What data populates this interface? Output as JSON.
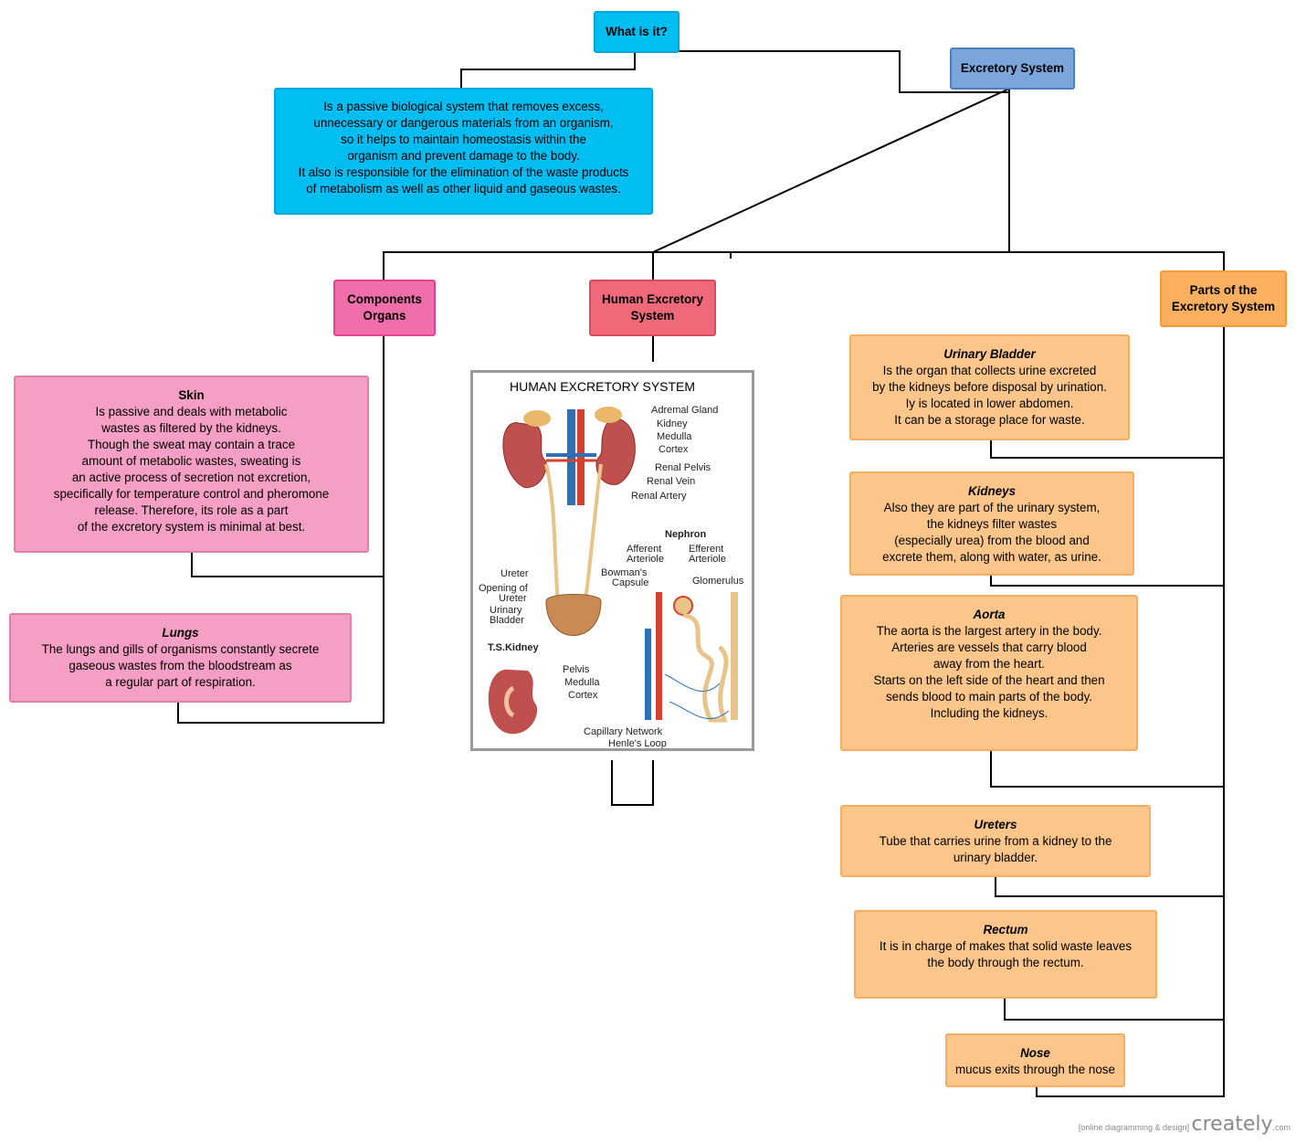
{
  "nodes": {
    "what_is_it": "What is it?",
    "excretory_system": "Excretory System",
    "definition": "Is a passive biological system that removes excess,\nunnecessary or dangerous materials from an organism,\nso it helps to maintain homeostasis within the\norganism and prevent damage to the body.\nIt also is responsible for the elimination of the waste products\nof metabolism as well as other liquid and gaseous wastes.",
    "components_organs": "Components\nOrgans",
    "human_excretory_system": "Human Excretory\nSystem",
    "parts": "Parts of the\nExcretory System"
  },
  "components": [
    {
      "title": "Skin",
      "body": "Is passive and deals with metabolic\nwastes as filtered by the kidneys.\nThough the sweat may contain a trace\namount of metabolic wastes, sweating is\nan active process of secretion not excretion,\nspecifically for temperature control and pheromone\nrelease. Therefore, its role as a part\nof the excretory system is minimal at best."
    },
    {
      "title": "Lungs",
      "body": "The lungs and gills of organisms constantly secrete\ngaseous wastes from the bloodstream as\na regular part of respiration."
    }
  ],
  "parts": [
    {
      "title": "Urinary Bladder",
      "body": "Is the organ that collects urine excreted\nby the kidneys before disposal by urination.\nIy is located in lower abdomen.\nIt can be a storage place for waste."
    },
    {
      "title": "Kidneys",
      "body": "Also they are part of the urinary system,\nthe kidneys filter wastes\n(especially urea) from the blood and\nexcrete them, along with water, as urine."
    },
    {
      "title": "Aorta",
      "body": "The aorta is the largest artery in the body.\nArteries are vessels that carry blood\naway from the heart.\nStarts on the left side of the heart and then\nsends blood to main parts of the body.\nIncluding the kidneys."
    },
    {
      "title": "Ureters",
      "body": "Tube that carries urine from a kidney to the\nurinary bladder."
    },
    {
      "title": "Rectum",
      "body": "It is in charge of makes that solid waste leaves\nthe body through the rectum."
    },
    {
      "title": "Nose",
      "body": "mucus exits through the nose"
    }
  ],
  "figure": {
    "title": "HUMAN EXCRETORY SYSTEM",
    "labels": [
      "Adremal Gland",
      "Kidney",
      "Medulla",
      "Cortex",
      "Renal Pelvis",
      "Renal Vein",
      "Renal Artery",
      "Nephron",
      "Afferent",
      "Arteriole",
      "Efferent",
      "Arteriole",
      "Bowman's",
      "Capsule",
      "Glomerulus",
      "Ureter",
      "Opening of",
      "Ureter",
      "Urinary",
      "Bladder",
      "T.S.Kidney",
      "Pelvis",
      "Medulla",
      "Cortex",
      "Capillary Network",
      "Henle's Loop"
    ]
  },
  "footer": {
    "tagline": "[online diagramming & design]",
    "logo": "creately",
    "suffix": ".com"
  },
  "colors": {
    "cyan": "#00bdf2",
    "blue": "#7ba6dc",
    "pink": "#f49fc3",
    "red": "#f0697a",
    "orange": "#fcc58a"
  }
}
